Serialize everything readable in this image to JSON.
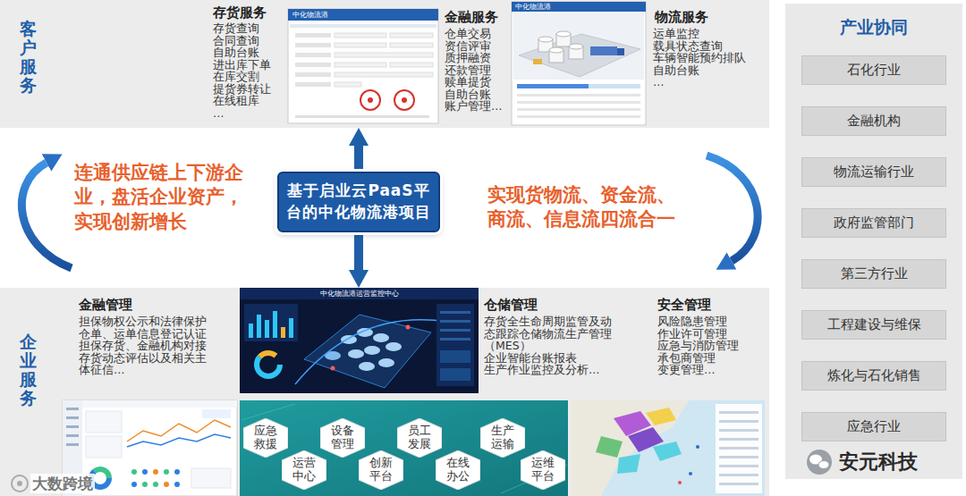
{
  "diagram": {
    "nodes": [
      {
        "text": [
          "客户服务",
          "存货服务",
          "存货查询 合同查询 自助台账 进出库下单 在库交割 提货券转让 在线租库 …",
          "金融服务",
          "仓单交易 资信评审 质押融资 还款管理 赎单提货 自助台账 账户管理…",
          "物流服务",
          "运单监控 载具状态查询 车辆智能预约排队 自助台账 …"
        ]
      },
      {
        "text": [
          "产业协同"
        ]
      },
      {
        "text": [
          "石化行业"
        ],
        "in": 1
      },
      {
        "text": [
          "金融机构"
        ],
        "in": 1
      },
      {
        "text": [
          "物流运输行业"
        ],
        "in": 1
      },
      {
        "text": [
          "政府监管部门"
        ],
        "in": 1
      },
      {
        "text": [
          "第三方行业"
        ],
        "in": 1
      },
      {
        "text": [
          "工程建设与维保"
        ],
        "in": 1
      },
      {
        "text": [
          "炼化与石化销售"
        ],
        "in": 1
      },
      {
        "text": [
          "应急行业"
        ],
        "in": 1
      },
      {
        "text": [
          "基于启业云PaaS平台的中化物流港项目"
        ]
      },
      {
        "text": [
          "企业服务",
          "金融管理",
          "担保物权公示和法律保护 仓单、运单信息登记认证 担保存货、金融机构对接 存货动态评估以及相关主体征信…",
          "仓储管理",
          "存货全生命周期监管及动态跟踪仓储物流生产管理（MES） 企业智能台账报表 生产作业监控及分析…",
          "安全管理",
          "风险隐患管理 作业许可管理 应急与消防管理 承包商管理 变更管理…"
        ]
      },
      {
        "text": [
          "应急救援"
        ],
        "in": 11
      },
      {
        "text": [
          "运营中心"
        ],
        "in": 11
      },
      {
        "text": [
          "设备管理"
        ],
        "in": 11
      },
      {
        "text": [
          "创新平台"
        ],
        "in": 11
      },
      {
        "text": [
          "员工发展"
        ],
        "in": 11
      },
      {
        "text": [
          "在线办公"
        ],
        "in": 11
      },
      {
        "text": [
          "生产运输"
        ],
        "in": 11
      },
      {
        "text": [
          "运维平台"
        ],
        "in": 11
      }
    ],
    "edges": [
      {
        "from": 10,
        "to": 0,
        "arrow": "to"
      },
      {
        "from": 10,
        "to": 11,
        "arrow": "to"
      }
    ],
    "labels": [
      "连通供应链上下游企业，盘活企业资产，实现创新增长",
      "实现货物流、资金流、商流、信息流四流合一",
      "中化物流港",
      "中化物流港",
      "中化物流港运营监控中心",
      "大数跨境",
      "安元科技"
    ]
  }
}
